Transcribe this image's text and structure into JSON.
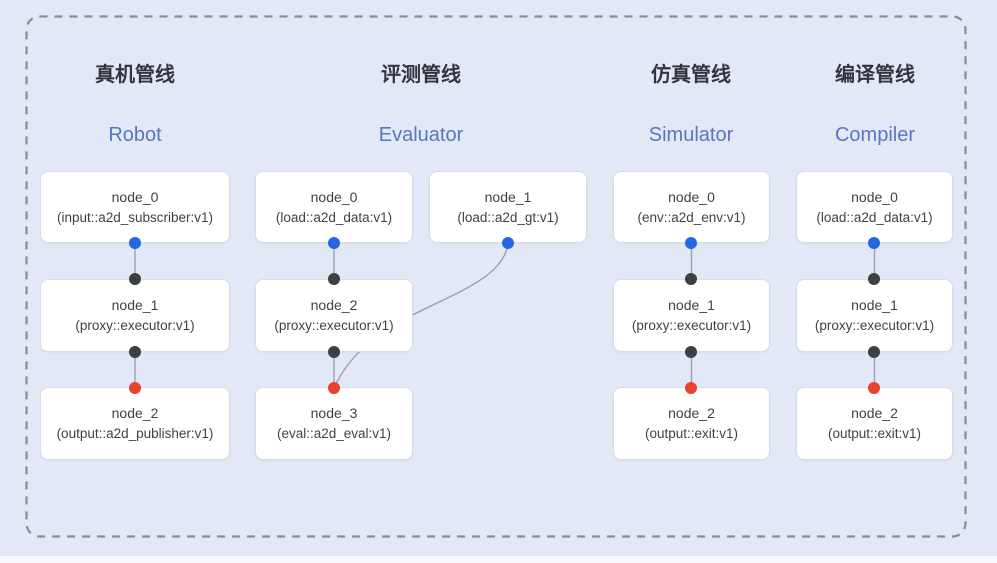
{
  "pipelines": [
    {
      "title_cn": "真机管线",
      "title_en": "Robot",
      "nodes": [
        {
          "name": "node_0",
          "type": "(input::a2d_subscriber:v1)"
        },
        {
          "name": "node_1",
          "type": "(proxy::executor:v1)"
        },
        {
          "name": "node_2",
          "type": "(output::a2d_publisher:v1)"
        }
      ]
    },
    {
      "title_cn": "评测管线",
      "title_en": "Evaluator",
      "nodes": [
        {
          "name": "node_0",
          "type": "(load::a2d_data:v1)"
        },
        {
          "name": "node_1",
          "type": "(load::a2d_gt:v1)"
        },
        {
          "name": "node_2",
          "type": "(proxy::executor:v1)"
        },
        {
          "name": "node_3",
          "type": "(eval::a2d_eval:v1)"
        }
      ]
    },
    {
      "title_cn": "仿真管线",
      "title_en": "Simulator",
      "nodes": [
        {
          "name": "node_0",
          "type": "(env::a2d_env:v1)"
        },
        {
          "name": "node_1",
          "type": "(proxy::executor:v1)"
        },
        {
          "name": "node_2",
          "type": "(output::exit:v1)"
        }
      ]
    },
    {
      "title_cn": "编译管线",
      "title_en": "Compiler",
      "nodes": [
        {
          "name": "node_0",
          "type": "(load::a2d_data:v1)"
        },
        {
          "name": "node_1",
          "type": "(proxy::executor:v1)"
        },
        {
          "name": "node_2",
          "type": "(output::exit:v1)"
        }
      ]
    }
  ],
  "colors": {
    "background": "#e3e8f6",
    "frame_dash": "#888d96",
    "box_bg": "#ffffff",
    "box_border": "#d8dce4",
    "edge": "#9aa2b0",
    "dot_blue": "#2567e3",
    "dot_dark": "#3c3f43",
    "dot_red": "#e8432f",
    "title_cn_color": "#32363c",
    "title_en_color": "#5677bf",
    "node_text_color": "#3d424a"
  }
}
